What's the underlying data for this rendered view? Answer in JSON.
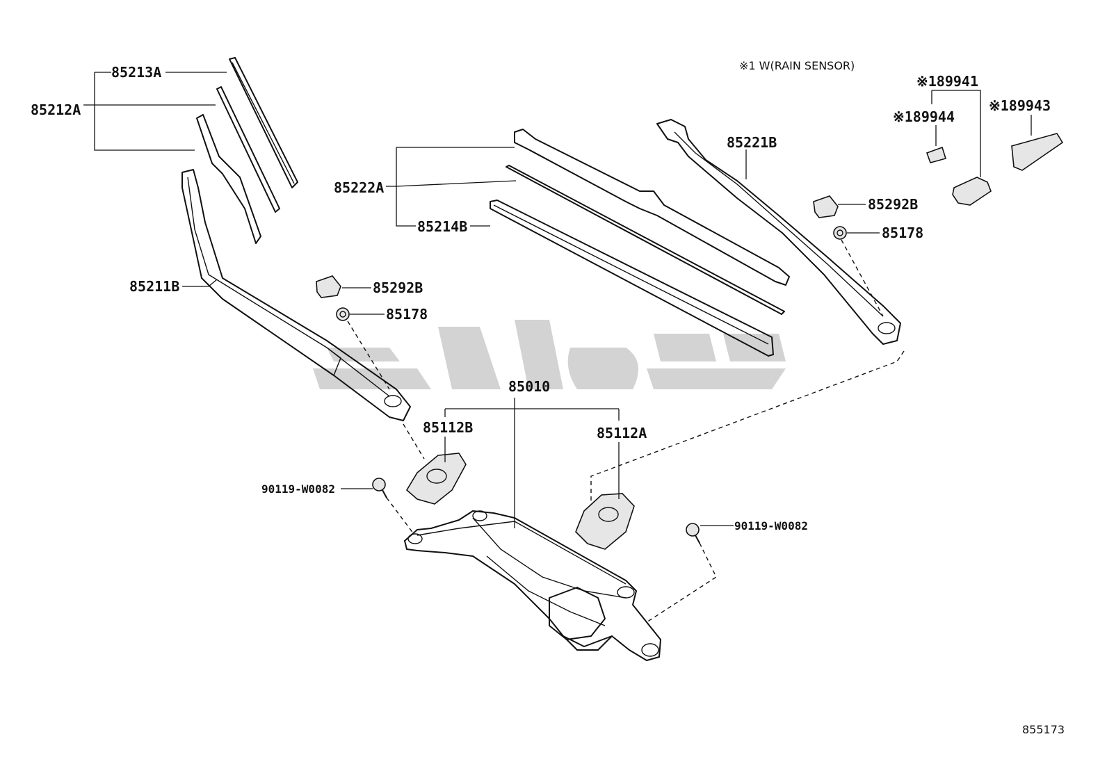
{
  "note": "※1 W(RAIN SENSOR)",
  "diagram_id": "855173",
  "labels": {
    "p85213A": "85213A",
    "p85212A": "85212A",
    "p85211B": "85211B",
    "p85292B_left": "85292B",
    "p85178_left": "85178",
    "p85222A": "85222A",
    "p85214B": "85214B",
    "p85221B": "85221B",
    "p85292B_right": "85292B",
    "p85178_right": "85178",
    "p89941": "※189941",
    "p89944": "※189944",
    "p89943": "※189943",
    "p85010": "85010",
    "p85112B": "85112B",
    "p85112A": "85112A",
    "p90119_left": "90119-W0082",
    "p90119_right": "90119-W0082"
  },
  "watermark": "logo",
  "icons": [
    "wiper-arm-icon",
    "wiper-blade-icon",
    "wiper-motor-link-icon",
    "cap-icon",
    "nut-icon",
    "bolt-icon",
    "rain-sensor-icon"
  ]
}
